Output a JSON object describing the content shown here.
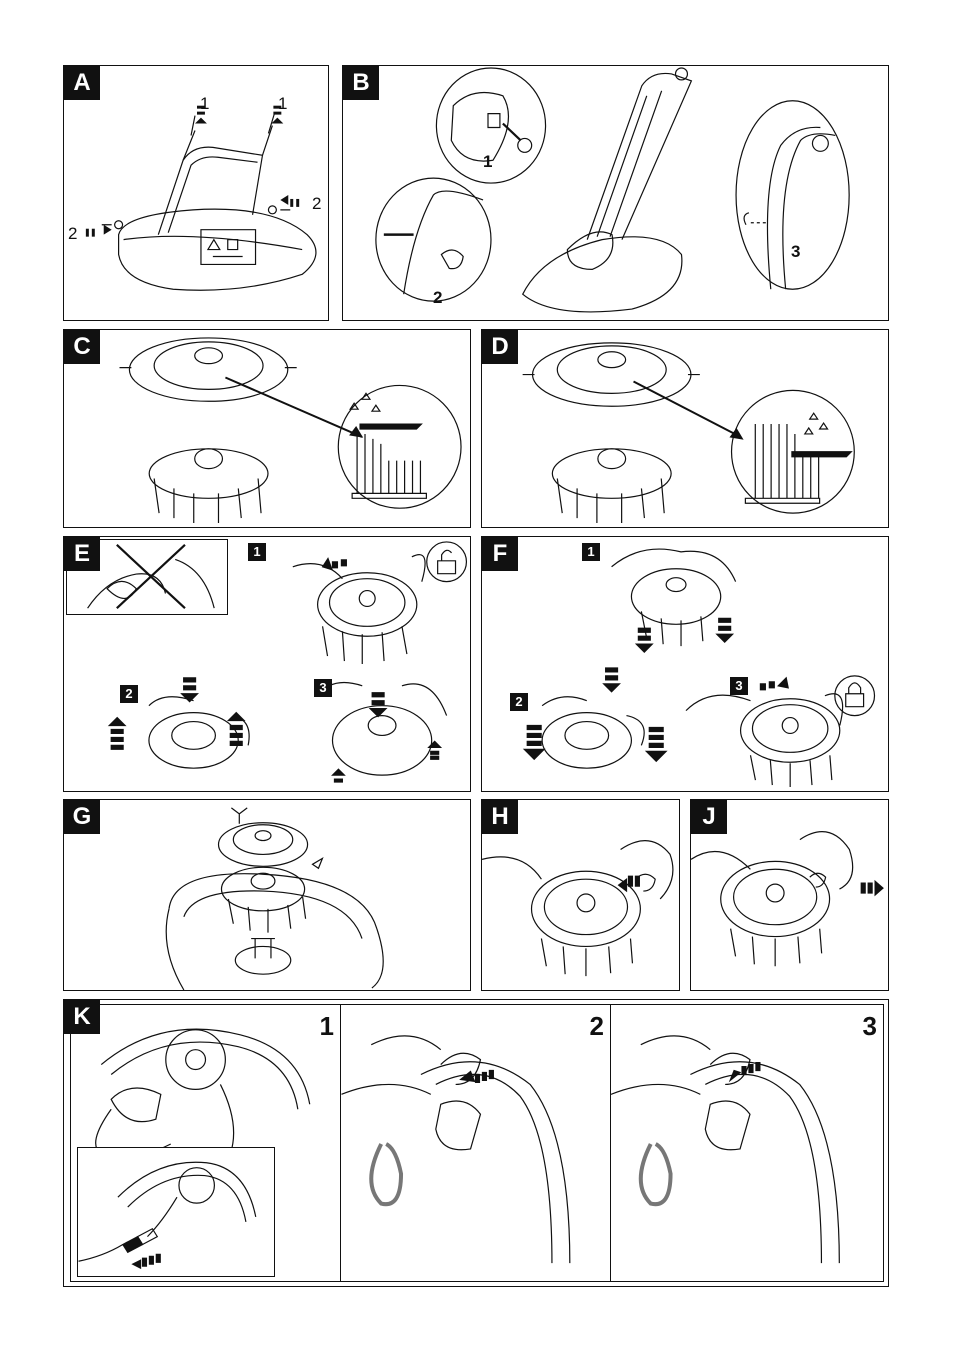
{
  "panels": {
    "A": {
      "tag": "A",
      "labels": [
        "1",
        "1",
        "2",
        "2"
      ]
    },
    "B": {
      "tag": "B",
      "labels": [
        "1",
        "2",
        "3"
      ]
    },
    "C": {
      "tag": "C"
    },
    "D": {
      "tag": "D"
    },
    "E": {
      "tag": "E",
      "steps": [
        "1",
        "2",
        "3"
      ]
    },
    "F": {
      "tag": "F",
      "steps": [
        "1",
        "2",
        "3"
      ]
    },
    "G": {
      "tag": "G"
    },
    "H": {
      "tag": "H"
    },
    "J": {
      "tag": "J"
    },
    "K": {
      "tag": "K",
      "steps": [
        "1",
        "2",
        "3"
      ]
    }
  },
  "colors": {
    "ink": "#111111",
    "paper": "#ffffff",
    "gray": "#777777"
  },
  "icons": [
    "unlock-icon",
    "lock-icon",
    "prohibited-cross-icon",
    "arrow-icon"
  ]
}
